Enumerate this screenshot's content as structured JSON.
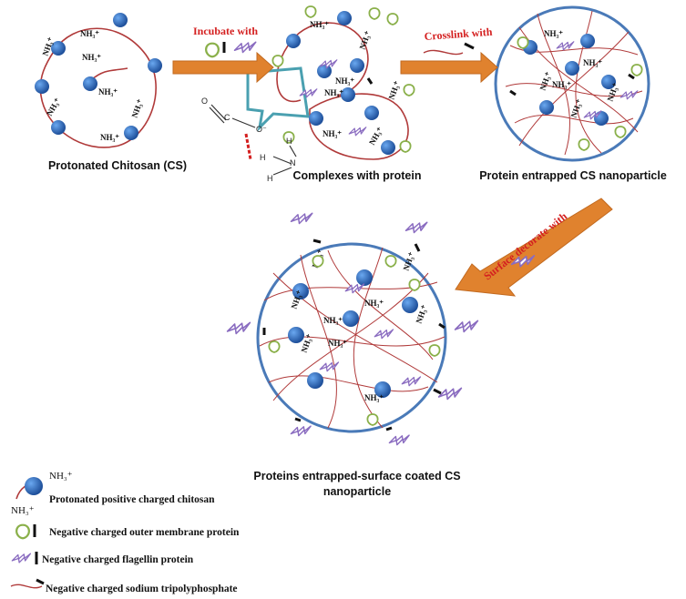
{
  "steps": {
    "protonated": "Protonated Chitosan (CS)",
    "complexes": "Complexes with protein",
    "entrapped": "Protein entrapped CS nanoparticle",
    "coated_line1": "Proteins entrapped-surface coated CS",
    "coated_line2": "nanoparticle"
  },
  "arrows": {
    "incubate": "Incubate with",
    "crosslink": "Crosslink with",
    "surface": "Surface decorate with"
  },
  "group": "NH₃⁺",
  "inset": {
    "c": "C",
    "o1": "O",
    "o2": "O⁻",
    "h1": "H",
    "h2": "H",
    "h3": "H",
    "n": "N"
  },
  "legend": {
    "chitosan_top": "NH₃⁺",
    "chitosan_bottom": "NH₃⁺",
    "chitosan": "Protonated positive charged chitosan",
    "omp": "Negative charged outer membrane protein",
    "flagellin": "Negative charged flagellin protein",
    "tpp": "Negative charged sodium tripolyphosphate"
  },
  "colors": {
    "bead": "#2f6fc4",
    "chain": "#b03a3a",
    "omp": "#8ab04a",
    "flagellin": "#8a6cc0",
    "arrow": "#e0822e",
    "label_red": "#d42020",
    "circle": "#4a7ab8",
    "inset_box": "#4aa0b0"
  }
}
